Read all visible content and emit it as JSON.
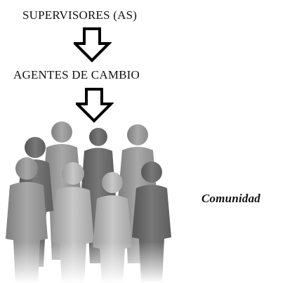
{
  "diagram": {
    "top_label": "SUPERVISORES (AS)",
    "middle_label": "AGENTES DE CAMBIO",
    "side_label": "Comunidad",
    "arrow_icon": "down-arrow-outline",
    "crowd_icon": "people-crowd",
    "colors": {
      "text": "#111111",
      "arrow_stroke": "#000000",
      "figure_light": "#bdbdbd",
      "figure_mid": "#9e9e9e",
      "figure_dark": "#6f6f6f"
    }
  }
}
